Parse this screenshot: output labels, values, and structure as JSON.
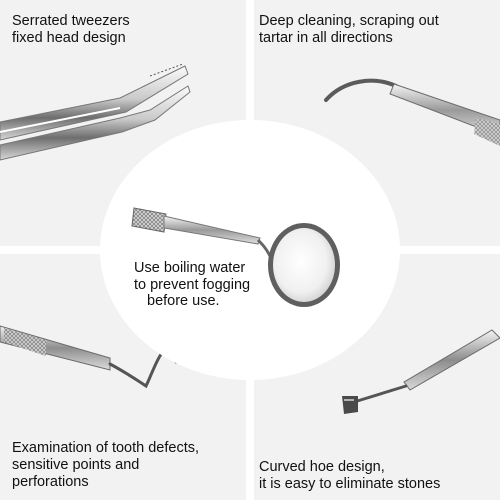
{
  "panels": {
    "top_left": {
      "caption": [
        "Serrated tweezers",
        "fixed head design"
      ],
      "image": "tweezers-image"
    },
    "top_right": {
      "caption": [
        "Deep cleaning, scraping out",
        "tartar in all directions"
      ],
      "image": "scaler-hook-image"
    },
    "bottom_left": {
      "caption": [
        "Examination of tooth defects,",
        "sensitive points and",
        "perforations"
      ],
      "image": "explorer-probe-image"
    },
    "bottom_right": {
      "caption": [
        "Curved hoe design,",
        "it is easy to eliminate stones"
      ],
      "image": "hoe-scraper-image"
    }
  },
  "center": {
    "caption": [
      "Use boiling water",
      "to prevent fogging",
      "before use."
    ],
    "image": "dental-mirror-image"
  },
  "colors": {
    "panel_bg": "#f2f2f2",
    "metal_dark": "#5a5a5a",
    "metal_light": "#e9e9e9"
  }
}
